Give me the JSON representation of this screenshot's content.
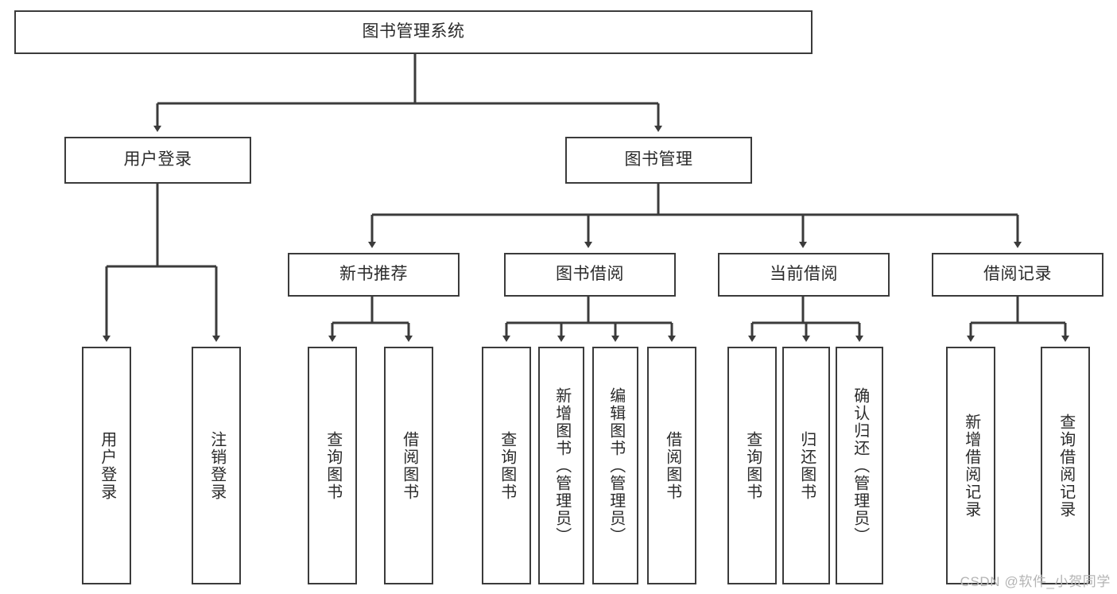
{
  "diagram": {
    "title": "图书管理系统",
    "type": "tree-hierarchy-diagram",
    "root": {
      "label": "图书管理系统"
    },
    "level2": [
      {
        "label": "用户登录"
      },
      {
        "label": "图书管理"
      }
    ],
    "level3": [
      {
        "label": "新书推荐"
      },
      {
        "label": "图书借阅"
      },
      {
        "label": "当前借阅"
      },
      {
        "label": "借阅记录"
      }
    ],
    "leaves": {
      "user_login": [
        {
          "label": "用户登录"
        },
        {
          "label": "注销登录"
        }
      ],
      "new_book_recommend": [
        {
          "label": "查询图书"
        },
        {
          "label": "借阅图书"
        }
      ],
      "book_borrow": [
        {
          "label": "查询图书"
        },
        {
          "label": "新增图书（管理员）"
        },
        {
          "label": "编辑图书（管理员）"
        },
        {
          "label": "借阅图书"
        }
      ],
      "current_borrow": [
        {
          "label": "查询图书"
        },
        {
          "label": "归还图书"
        },
        {
          "label": "确认归还（管理员）"
        }
      ],
      "borrow_record": [
        {
          "label": "新增借阅记录"
        },
        {
          "label": "查询借阅记录"
        }
      ]
    },
    "watermark": "CSDN @软件_小贺同学",
    "colors": {
      "border": "#3b3b3b",
      "text": "#2b2b2b",
      "background": "#ffffff",
      "watermark": "#b4b4b4"
    }
  }
}
